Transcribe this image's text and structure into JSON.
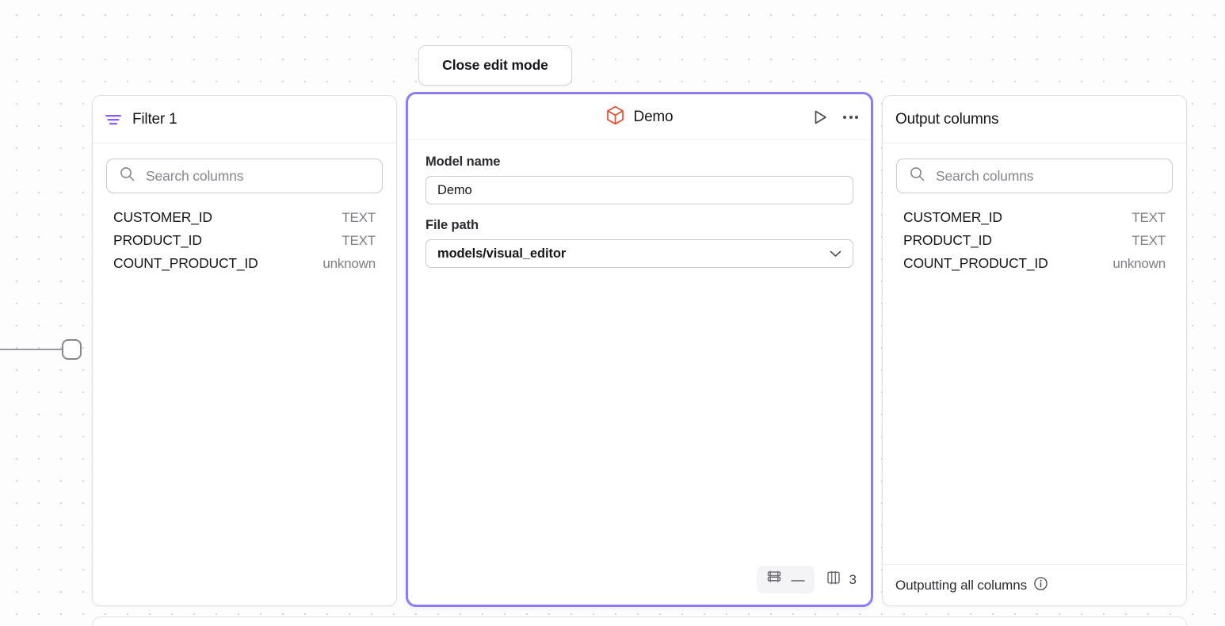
{
  "toolbar": {
    "close_edit_mode_label": "Close edit mode"
  },
  "filter_panel": {
    "title": "Filter 1",
    "icon": "filter-icon",
    "search": {
      "placeholder": "Search columns",
      "icon": "search-icon",
      "value": ""
    },
    "columns": [
      {
        "name": "CUSTOMER_ID",
        "type": "TEXT"
      },
      {
        "name": "PRODUCT_ID",
        "type": "TEXT"
      },
      {
        "name": "COUNT_PRODUCT_ID",
        "type": "unknown"
      }
    ]
  },
  "demo_panel": {
    "title": "Demo",
    "icon": "cube-icon",
    "selected": true,
    "accent_color": "#8d7cf6",
    "cube_icon_color": "#ea4b2b",
    "actions": {
      "run_label": "run-icon",
      "more_label": "more-options-icon"
    },
    "fields": {
      "model_name_label": "Model name",
      "model_name_value": "Demo",
      "file_path_label": "File path",
      "file_path_value": "models/visual_editor"
    },
    "footer": {
      "rows_icon": "rows-icon",
      "rows_value": "—",
      "columns_icon": "columns-icon",
      "columns_value": "3"
    }
  },
  "output_panel": {
    "title": "Output columns",
    "search": {
      "placeholder": "Search columns",
      "icon": "search-icon",
      "value": ""
    },
    "columns": [
      {
        "name": "CUSTOMER_ID",
        "type": "TEXT"
      },
      {
        "name": "PRODUCT_ID",
        "type": "TEXT"
      },
      {
        "name": "COUNT_PRODUCT_ID",
        "type": "unknown"
      }
    ],
    "footer": {
      "text": "Outputting all columns",
      "icon": "info-icon"
    }
  }
}
